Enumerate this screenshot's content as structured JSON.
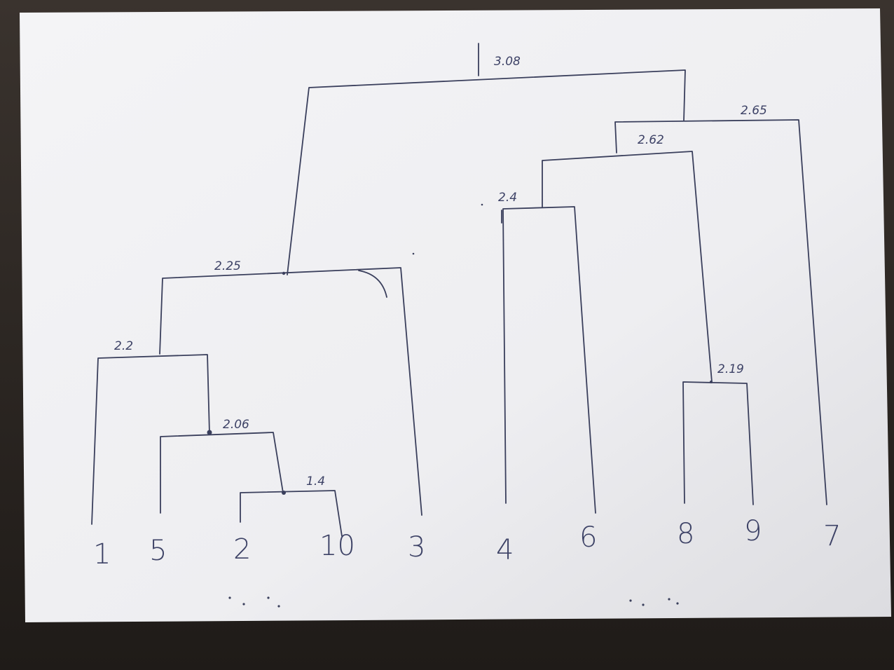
{
  "dendrogram": {
    "leaves": [
      {
        "id": "leaf-1",
        "label": "1"
      },
      {
        "id": "leaf-5",
        "label": "5"
      },
      {
        "id": "leaf-2",
        "label": "2"
      },
      {
        "id": "leaf-10",
        "label": "10"
      },
      {
        "id": "leaf-3",
        "label": "3"
      },
      {
        "id": "leaf-4",
        "label": "4"
      },
      {
        "id": "leaf-6",
        "label": "6"
      },
      {
        "id": "leaf-8",
        "label": "8"
      },
      {
        "id": "leaf-9",
        "label": "9"
      },
      {
        "id": "leaf-7",
        "label": "7"
      }
    ],
    "merges": [
      {
        "id": "m-1-4",
        "label": "1.4",
        "height": 1.4
      },
      {
        "id": "m-2-06",
        "label": "2.06",
        "height": 2.06
      },
      {
        "id": "m-2-19",
        "label": "2.19",
        "height": 2.19
      },
      {
        "id": "m-2-2",
        "label": "2.2",
        "height": 2.2
      },
      {
        "id": "m-2-25",
        "label": "2.25",
        "height": 2.25
      },
      {
        "id": "m-2-4",
        "label": "2.4",
        "height": 2.4
      },
      {
        "id": "m-2-62",
        "label": "2.62",
        "height": 2.62
      },
      {
        "id": "m-2-65",
        "label": "2.65",
        "height": 2.65
      },
      {
        "id": "m-3-08",
        "label": "3.08",
        "height": 3.08
      }
    ]
  },
  "colors": {
    "ink": "#3a3f5c",
    "paper": "#f1f1f3",
    "background": "#2e2a27"
  }
}
